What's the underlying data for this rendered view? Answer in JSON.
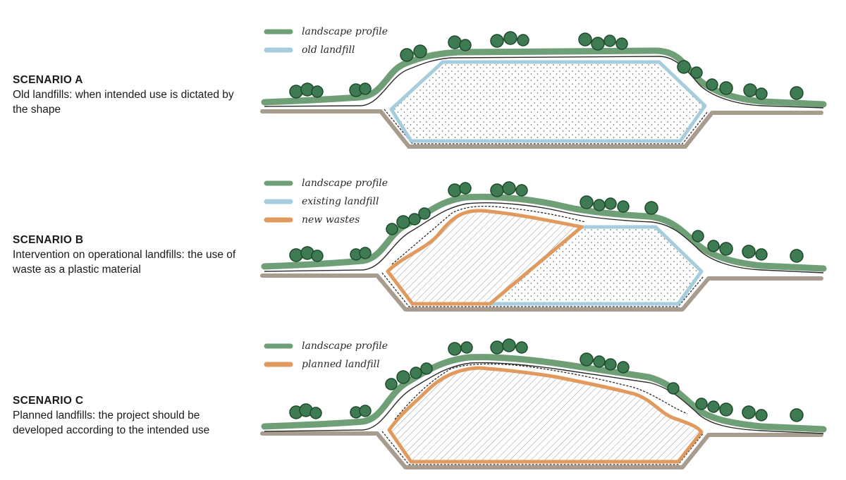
{
  "scenarios": [
    {
      "id": "a",
      "title": "SCENARIO A",
      "description": "Old landfills: when intended use is dictated by the shape",
      "legend": [
        {
          "label": "landscape profile",
          "color": "#6f9f76"
        },
        {
          "label": "old landfill",
          "color": "#a6cddd"
        }
      ]
    },
    {
      "id": "b",
      "title": "SCENARIO B",
      "description": "Intervention on operational landfills: the use of waste as a plastic material",
      "legend": [
        {
          "label": "landscape profile",
          "color": "#6f9f76"
        },
        {
          "label": "existing landfill",
          "color": "#a6cddd"
        },
        {
          "label": "new wastes",
          "color": "#e09a5e"
        }
      ]
    },
    {
      "id": "c",
      "title": "SCENARIO C",
      "description": "Planned landfills: the project should be developed according to the intended use",
      "legend": [
        {
          "label": "landscape profile",
          "color": "#6f9f76"
        },
        {
          "label": "planned landfill",
          "color": "#e09a5e"
        }
      ]
    }
  ],
  "colors": {
    "ground": "#a89c8e",
    "tree_fill": "#3e7a52",
    "tree_stroke": "#1d4a2c",
    "outline": "#2b2b2b"
  }
}
